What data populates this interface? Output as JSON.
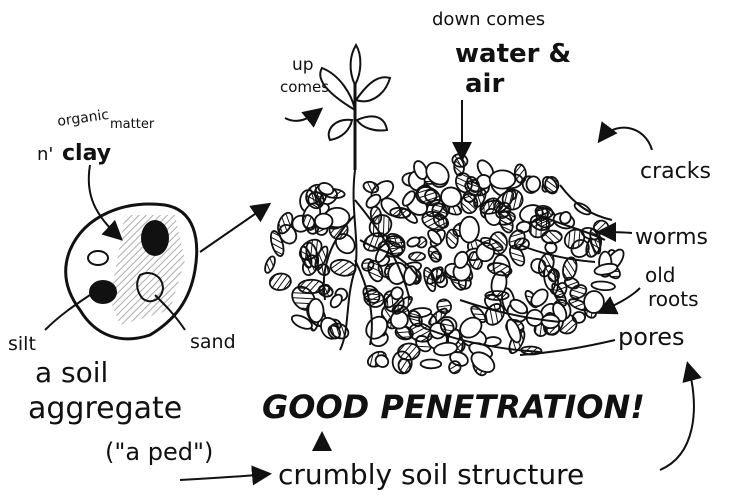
{
  "labels": {
    "up_comes_1": "up",
    "up_comes_2": "comes",
    "down_comes": "down comes",
    "water_air_1": "water &",
    "water_air_2": "air",
    "organic_1": "organic",
    "organic_2": "matter",
    "n_clay_prefix": "n'",
    "clay": "clay",
    "cracks": "cracks",
    "worms": "worms",
    "old": "old",
    "roots": "roots",
    "pores": "pores",
    "silt": "silt",
    "sand": "sand",
    "a_soil": "a soil",
    "aggregate": "aggregate",
    "a_ped": "(\"a ped\")",
    "good_penetration": "GOOD PENETRATION!",
    "crumbly": "crumbly soil structure"
  },
  "colors": {
    "ink": "#111111",
    "paper": "#ffffff"
  }
}
